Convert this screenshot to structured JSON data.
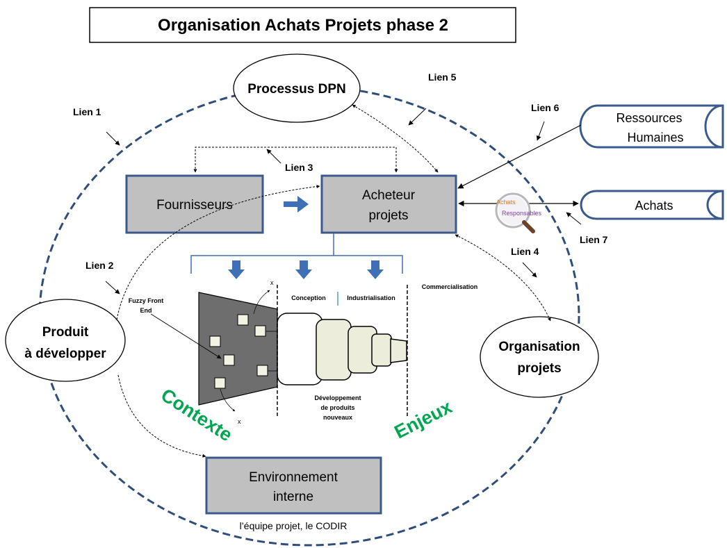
{
  "title": "Organisation Achats Projets phase 2",
  "nodes": {
    "processus": "Processus DPN",
    "fournisseurs": "Fournisseurs",
    "acheteur_line1": "Acheteur",
    "acheteur_line2": "projets",
    "rh_line1": "Ressources",
    "rh_line2": "Humaines",
    "achats": "Achats",
    "produit_line1": "Produit",
    "produit_line2": "à développer",
    "organisation_line1": "Organisation",
    "organisation_line2": "projets",
    "environnement_line1": "Environnement",
    "environnement_line2": "interne",
    "environnement_caption": "l’équipe projet, le CODIR"
  },
  "links": {
    "l1": "Lien 1",
    "l2": "Lien 2",
    "l3": "Lien 3",
    "l4": "Lien 4",
    "l5": "Lien 5",
    "l6": "Lien 6",
    "l7": "Lien 7"
  },
  "funnel": {
    "fuzzy_line1": "Fuzzy Front",
    "fuzzy_line2": "End",
    "conception": "Conception",
    "industrialisation": "Industrialisation",
    "commercialisation": "Commercialisation",
    "dev_line1": "Développement",
    "dev_line2": "de produits",
    "dev_line3": "nouveaux",
    "x_mark": "x"
  },
  "labels": {
    "contexte": "Contexte",
    "enjeux": "Enjeux"
  },
  "badge": {
    "line1": "Achats",
    "line2": "Responsables"
  },
  "colors": {
    "circle": "#2f4d7a",
    "box_fill": "#c0c0c0",
    "box_border": "#3a5a8c",
    "green": "#00a650",
    "arrow_blue": "#3f6fb5"
  }
}
